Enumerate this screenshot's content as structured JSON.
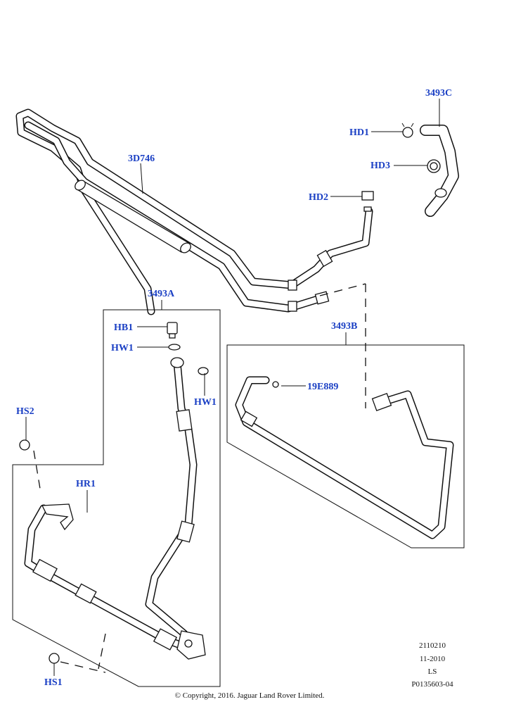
{
  "callouts": {
    "c3493c": "3493C",
    "hd1": "HD1",
    "hd3": "HD3",
    "c3d746": "3D746",
    "hd2": "HD2",
    "c3493a": "3493A",
    "hb1": "HB1",
    "hw1_left": "HW1",
    "hw1_right": "HW1",
    "c3493b": "3493B",
    "c19e889": "19E889",
    "hs2": "HS2",
    "hr1": "HR1",
    "hs1": "HS1"
  },
  "meta": {
    "line1": "2110210",
    "line2": "11-2010",
    "line3": "LS",
    "line4": "P0135603-04"
  },
  "copyright": "© Copyright, 2016. Jaguar Land Rover Limited.",
  "colors": {
    "callout": "#1a3fc4",
    "line": "#111111",
    "background": "#ffffff"
  }
}
